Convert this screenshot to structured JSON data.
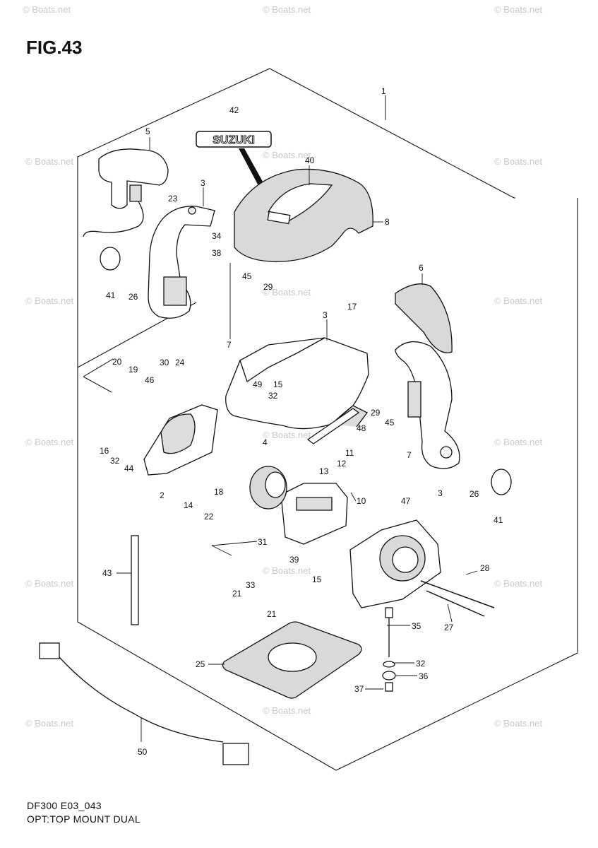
{
  "figure": {
    "title": "FIG.43"
  },
  "footer": {
    "model": "DF300 E03_043",
    "description": "OPT:TOP MOUNT DUAL"
  },
  "brand": {
    "badge": "SUZUKI"
  },
  "watermark": {
    "text": "© Boats.net"
  },
  "colors": {
    "line": "#111111",
    "fill_light": "#ffffff",
    "fill_grey": "#d9d9d9",
    "watermark": "#c8c8c8"
  },
  "part_labels": [
    "1",
    "42",
    "5",
    "23",
    "3",
    "34",
    "38",
    "41",
    "26",
    "40",
    "8",
    "45",
    "29",
    "7",
    "6",
    "3",
    "17",
    "49",
    "15",
    "32",
    "4",
    "48",
    "29",
    "45",
    "7",
    "20",
    "19",
    "30",
    "24",
    "46",
    "16",
    "32",
    "44",
    "2",
    "14",
    "18",
    "22",
    "11",
    "12",
    "13",
    "10",
    "3",
    "26",
    "41",
    "47",
    "43",
    "31",
    "33",
    "39",
    "21",
    "15",
    "21",
    "28",
    "27",
    "35",
    "32",
    "36",
    "37",
    "25",
    "50"
  ]
}
